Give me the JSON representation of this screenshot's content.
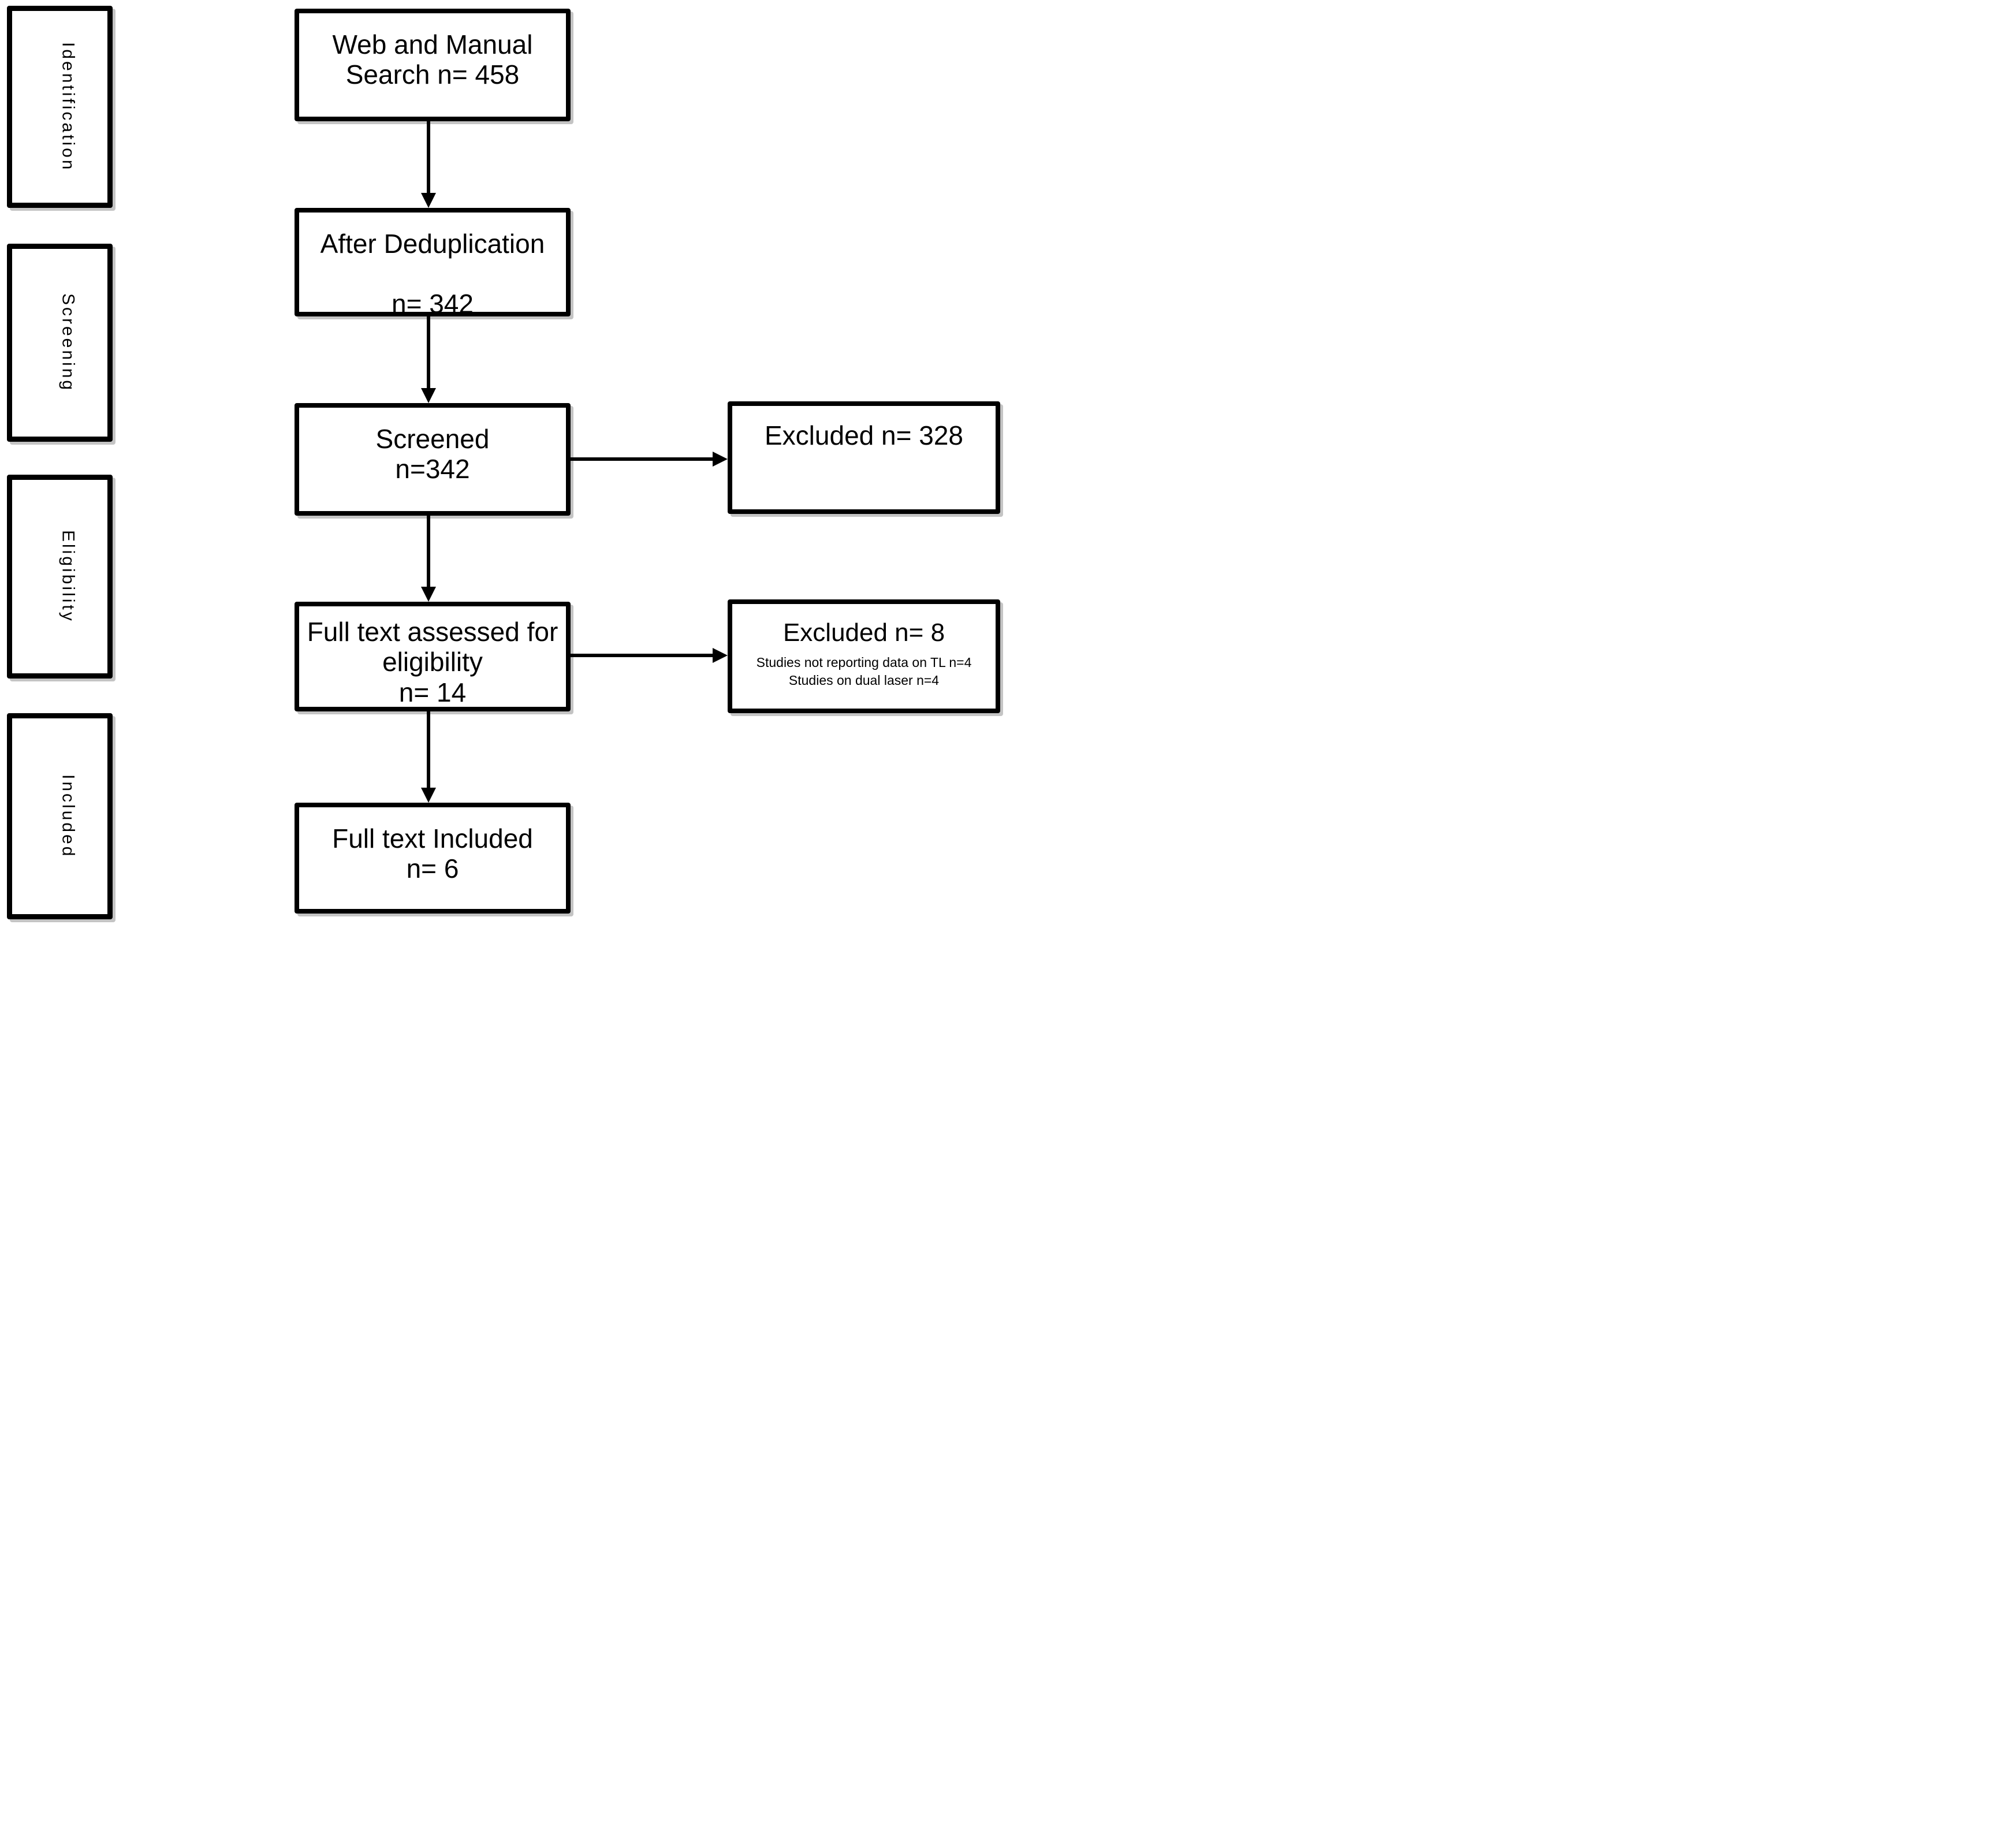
{
  "stages": [
    {
      "label": "Identification"
    },
    {
      "label": "Screening"
    },
    {
      "label": "Eligibility"
    },
    {
      "label": "Included"
    }
  ],
  "flow": [
    {
      "lines": [
        "Web and Manual",
        "Search n= 458"
      ]
    },
    {
      "lines": [
        "After Deduplication",
        "n= 342"
      ]
    },
    {
      "lines": [
        "Screened",
        "n=342"
      ]
    },
    {
      "lines": [
        "Full text assessed for",
        "eligibility",
        "n= 14"
      ]
    },
    {
      "lines": [
        "Full text Included",
        "n= 6"
      ]
    }
  ],
  "exclusions": [
    {
      "title": "Excluded n= 328",
      "details": []
    },
    {
      "title": "Excluded n= 8",
      "details": [
        "Studies not reporting data on TL n=4",
        "Studies on dual laser n=4"
      ]
    }
  ],
  "colors": {
    "line": "#000000",
    "background": "#ffffff",
    "text": "#000000"
  }
}
